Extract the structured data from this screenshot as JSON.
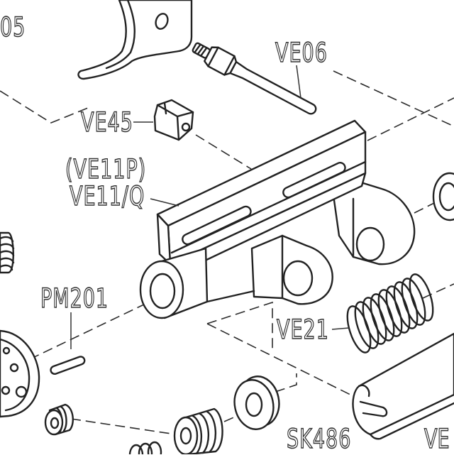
{
  "diagram": {
    "labels": {
      "ve05": "05",
      "ve06": "VE06",
      "ve45": "VE45",
      "ve11p": "(VE11P)",
      "ve11q": "VE11/Q",
      "pm201": "PM201",
      "ve21": "VE21",
      "sk486": "SK486",
      "ve_cut": "VE"
    },
    "colors": {
      "ink": "#222222",
      "paper": "#ffffff"
    }
  }
}
